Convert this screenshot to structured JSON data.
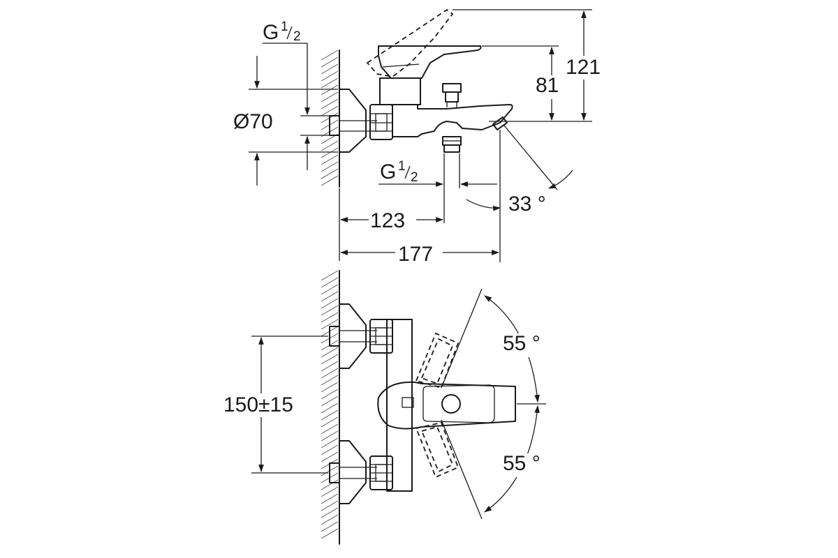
{
  "side_view": {
    "dims": {
      "overall_height": "121",
      "lever_height": "81",
      "flange_diameter": "Ø70",
      "inlet_thread_label": "G",
      "inlet_thread_fraction_num": "1",
      "inlet_thread_fraction_den": "2",
      "outlet_thread_label": "G",
      "outlet_thread_fraction_num": "1",
      "outlet_thread_fraction_den": "2",
      "outlet_distance": "123",
      "spout_projection": "177",
      "spout_angle": "33 °"
    }
  },
  "front_view": {
    "dims": {
      "centre_distance": "150±15",
      "lever_angle_up": "55 °",
      "lever_angle_down": "55 °"
    }
  },
  "colors": {
    "line": "#1a1a1a",
    "background": "#ffffff"
  }
}
